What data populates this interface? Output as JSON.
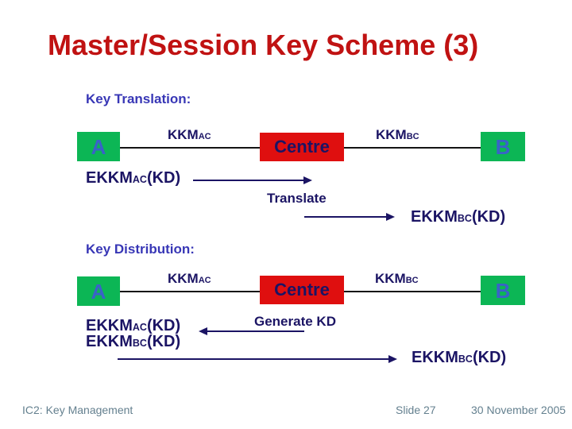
{
  "title": "Master/Session Key Scheme (3)",
  "colors": {
    "title_red": "#c01212",
    "heading_blue": "#3837b6",
    "diagram_navy": "#1b1464",
    "box_green": "#0cb655",
    "box_red": "#df0f0f",
    "node_letter_blue": "#3a62c8",
    "footer_slate": "#64808f"
  },
  "translation": {
    "heading": "Key Translation:",
    "node_a": "A",
    "node_centre": "Centre",
    "node_b": "B",
    "kkm_ac": {
      "main": "KKM",
      "sub": "AC"
    },
    "kkm_bc": {
      "main": "KKM",
      "sub": "BC"
    },
    "ekkm_ac": {
      "main": "EKKM",
      "sub": "AC",
      "suffix": "(KD)"
    },
    "translate": "Translate",
    "ekkm_bc": {
      "main": "EKKM",
      "sub": "BC",
      "suffix": "(KD)"
    }
  },
  "distribution": {
    "heading": "Key Distribution:",
    "node_a": "A",
    "node_centre": "Centre",
    "node_b": "B",
    "kkm_ac": {
      "main": "KKM",
      "sub": "AC"
    },
    "kkm_bc": {
      "main": "KKM",
      "sub": "BC"
    },
    "generate": "Generate KD",
    "ekkm_ac": {
      "main": "EKKM",
      "sub": "AC",
      "suffix": "(KD)"
    },
    "ekkm_bc_left": {
      "main": "EKKM",
      "sub": "BC",
      "suffix": "(KD)"
    },
    "ekkm_bc_right": {
      "main": "EKKM",
      "sub": "BC",
      "suffix": "(KD)"
    }
  },
  "footer": {
    "left": "IC2: Key Management",
    "slide": "Slide 27",
    "date": "30 November 2005"
  }
}
